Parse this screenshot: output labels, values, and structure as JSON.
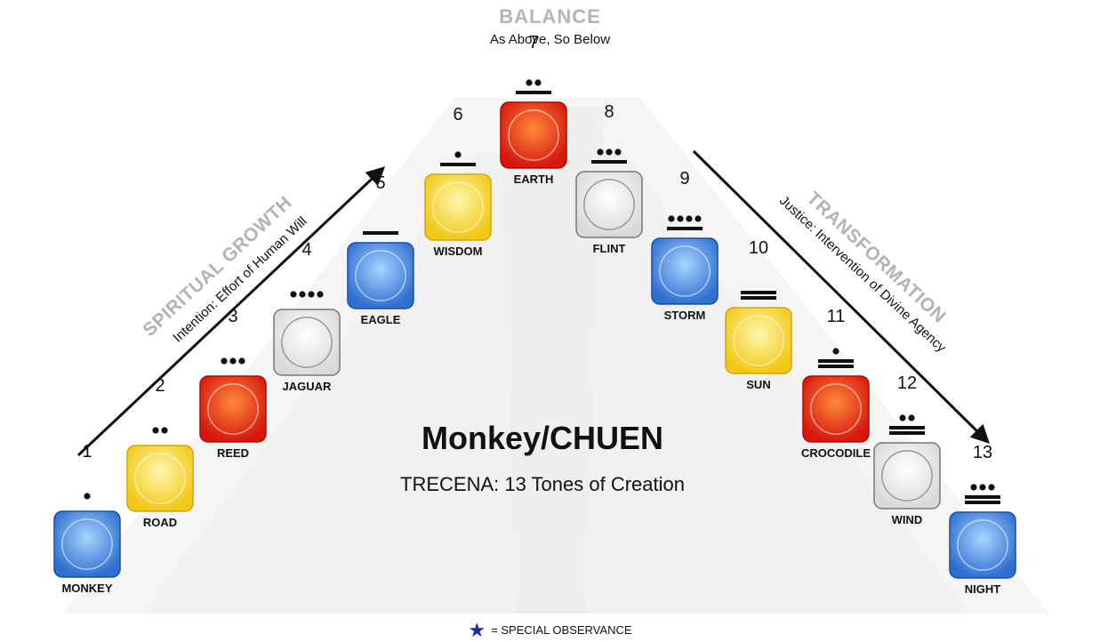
{
  "header": {
    "title": "BALANCE",
    "subtitle": "As Above, So Below"
  },
  "main": {
    "title": "Monkey/CHUEN",
    "subtitle": "TRECENA: 13 Tones of Creation"
  },
  "left_arrow": {
    "label": "SPIRITUAL GROWTH",
    "sublabel": "Intention: Effort of Human Will"
  },
  "right_arrow": {
    "label": "TRANSFORMATION",
    "sublabel": "Justice: Intervention of Divine Agency"
  },
  "legend": {
    "star_icon": "star-icon",
    "text": "= SPECIAL OBSERVANCE"
  },
  "colors": {
    "blue": "#3d73c8",
    "yellow": "#ffee33",
    "red": "#e8271b",
    "white": "#ffffff",
    "star": "#1d2a9a"
  },
  "glyphs": [
    {
      "tone": "1",
      "name": "MONKEY",
      "color": "blue",
      "dots": 1,
      "bars": 0
    },
    {
      "tone": "2",
      "name": "ROAD",
      "color": "yellow",
      "dots": 2,
      "bars": 0
    },
    {
      "tone": "3",
      "name": "REED",
      "color": "red",
      "dots": 3,
      "bars": 0
    },
    {
      "tone": "4",
      "name": "JAGUAR",
      "color": "white",
      "dots": 4,
      "bars": 0
    },
    {
      "tone": "5",
      "name": "EAGLE",
      "color": "blue",
      "dots": 0,
      "bars": 1
    },
    {
      "tone": "6",
      "name": "WISDOM",
      "color": "yellow",
      "dots": 1,
      "bars": 1
    },
    {
      "tone": "7",
      "name": "EARTH",
      "color": "red",
      "dots": 2,
      "bars": 1
    },
    {
      "tone": "8",
      "name": "FLINT",
      "color": "white",
      "dots": 3,
      "bars": 1
    },
    {
      "tone": "9",
      "name": "STORM",
      "color": "blue",
      "dots": 4,
      "bars": 1
    },
    {
      "tone": "10",
      "name": "SUN",
      "color": "yellow",
      "dots": 0,
      "bars": 2
    },
    {
      "tone": "11",
      "name": "CROCODILE",
      "color": "red",
      "dots": 1,
      "bars": 2
    },
    {
      "tone": "12",
      "name": "WIND",
      "color": "white",
      "dots": 2,
      "bars": 2
    },
    {
      "tone": "13",
      "name": "NIGHT",
      "color": "blue",
      "dots": 3,
      "bars": 2
    }
  ]
}
